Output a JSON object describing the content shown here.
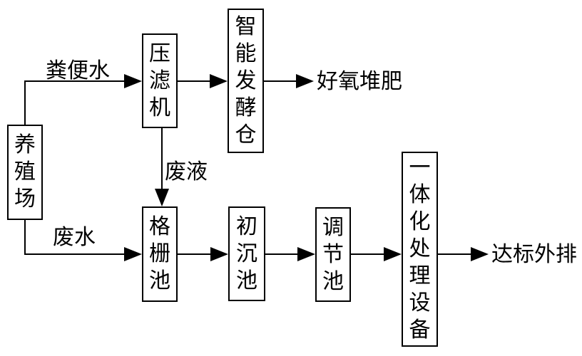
{
  "diagram": {
    "title": "farm-wastewater-treatment-flowchart",
    "colors": {
      "line": "#000000",
      "background": "#ffffff",
      "text": "#000000"
    },
    "nodes": {
      "farm": {
        "label": "养殖场"
      },
      "filter_press": {
        "label": "压滤机"
      },
      "fermentation_chamber": {
        "label": "智能发酵仓"
      },
      "grid_pool": {
        "label": "格栅池"
      },
      "primary_sedimentation_pool": {
        "label": "初沉池"
      },
      "regulating_pool": {
        "label": "调节池"
      },
      "integrated_treatment_equipment": {
        "label": "一体化处理设备"
      }
    },
    "edge_labels": {
      "manure_water": "粪便水",
      "waste_liquid": "废液",
      "wastewater": "废水"
    },
    "outputs": {
      "aerobic_composting": "好氧堆肥",
      "standard_discharge": "达标外排"
    }
  }
}
